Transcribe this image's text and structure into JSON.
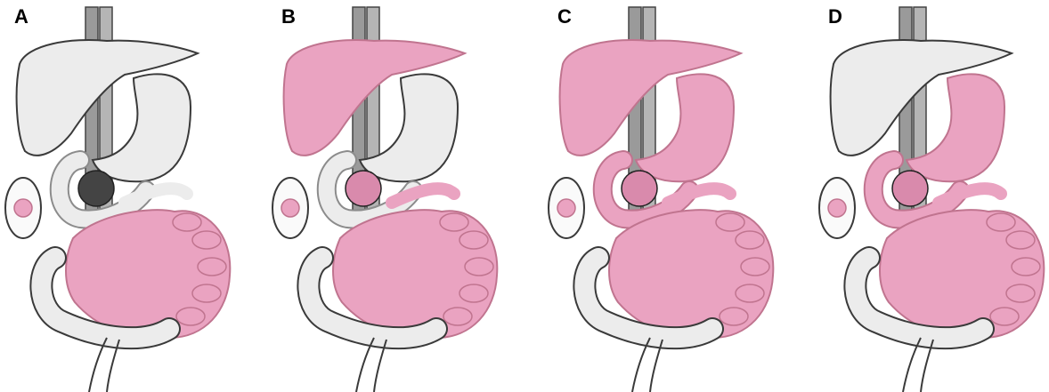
{
  "colors": {
    "pink": "#eaa3c1",
    "pink_dark": "#c0748f",
    "grey": "#ececec",
    "grey_dark": "#8c8c8c",
    "outline": "#3a3a3a",
    "vessel": "#7a7a7a"
  },
  "panels": [
    {
      "label": "A",
      "highlight": {
        "liver": false,
        "stomach": false,
        "duodenum": false,
        "pancreas_loop": false,
        "jejunum": true,
        "colon": false
      }
    },
    {
      "label": "B",
      "highlight": {
        "liver": true,
        "stomach": false,
        "duodenum": false,
        "pancreas_loop": true,
        "jejunum": true,
        "colon": false
      }
    },
    {
      "label": "C",
      "highlight": {
        "liver": true,
        "stomach": true,
        "duodenum": true,
        "pancreas_loop": true,
        "jejunum": true,
        "colon": false
      }
    },
    {
      "label": "D",
      "highlight": {
        "liver": false,
        "stomach": true,
        "duodenum": true,
        "pancreas_loop": true,
        "jejunum": true,
        "colon": false
      }
    }
  ]
}
